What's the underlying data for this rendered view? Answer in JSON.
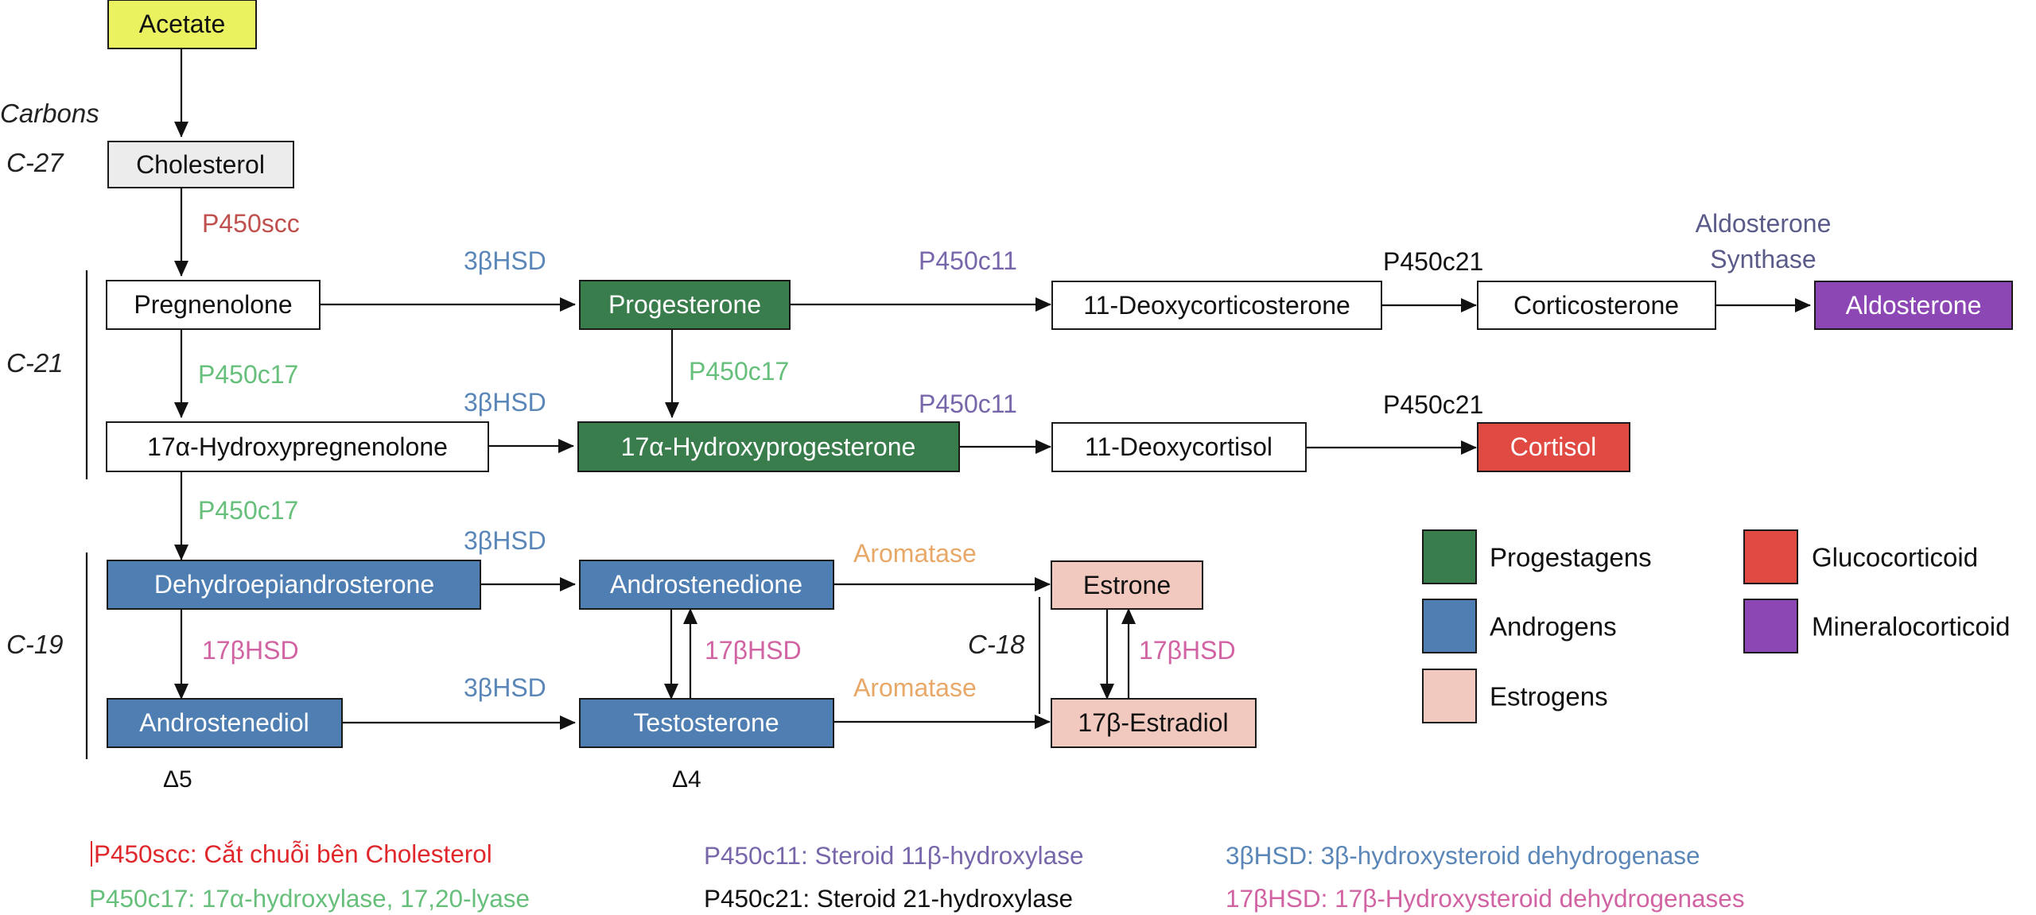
{
  "colors": {
    "progestagen": "#3a7d4c",
    "androgen": "#4f7fb2",
    "estrogen": "#f2c9bf",
    "glucocorticoid": "#e04a43",
    "mineralocorticoid": "#8c47b5",
    "acetate": "#eaf260",
    "cholesterol": "#ececec",
    "plain": "#ffffff",
    "p450scc": "#c0504d",
    "p450c17": "#66bf7a",
    "hsd3b": "#5a86b8",
    "p450c11": "#7766aa",
    "p450c21": "#111111",
    "aldosynthase": "#5b5b8a",
    "aromatase": "#e8a868",
    "hsd17b": "#d163a3",
    "footnote_scc": "#e0282c"
  },
  "carbons": {
    "title": "Carbons",
    "c27": "C-27",
    "c21": "C-21",
    "c19": "C-19",
    "c18": "C-18"
  },
  "nodes": {
    "acetate": "Acetate",
    "cholesterol": "Cholesterol",
    "pregnenolone": "Pregnenolone",
    "progesterone": "Progesterone",
    "deoxycorticosterone": "11-Deoxycorticosterone",
    "corticosterone": "Corticosterone",
    "aldosterone": "Aldosterone",
    "hydroxypregnenolone": "17α-Hydroxypregnenolone",
    "hydroxyprogesterone": "17α-Hydroxyprogesterone",
    "deoxycortisol": "11-Deoxycortisol",
    "cortisol": "Cortisol",
    "dhea": "Dehydroepiandrosterone",
    "androstenedione": "Androstenedione",
    "estrone": "Estrone",
    "androstenediol": "Androstenediol",
    "testosterone": "Testosterone",
    "estradiol": "17β-Estradiol"
  },
  "enzymes": {
    "p450scc": "P450scc",
    "hsd3b_1": "3βHSD",
    "p450c11_1": "P450c11",
    "p450c21_1": "P450c21",
    "aldo_synthase_1": "Aldosterone",
    "aldo_synthase_2": "Synthase",
    "p450c17_1": "P450c17",
    "p450c17_2": "P450c17",
    "hsd3b_2": "3βHSD",
    "p450c11_2": "P450c11",
    "p450c21_2": "P450c21",
    "p450c17_3": "P450c17",
    "hsd3b_3": "3βHSD",
    "aromatase_1": "Aromatase",
    "hsd17b_1": "17βHSD",
    "hsd17b_2": "17βHSD",
    "hsd3b_4": "3βHSD",
    "aromatase_2": "Aromatase",
    "hsd17b_3": "17βHSD"
  },
  "deltas": {
    "d5": "Δ5",
    "d4": "Δ4"
  },
  "legend": {
    "progestagens": "Progestagens",
    "androgens": "Androgens",
    "estrogens": "Estrogens",
    "glucocorticoid": "Glucocorticoid",
    "mineralocorticoid": "Mineralocorticoid"
  },
  "footnotes": {
    "p450scc": "P450scc: Cắt chuỗi bên Cholesterol",
    "p450c17": "P450c17: 17α-hydroxylase, 17,20-lyase",
    "p450c11": "P450c11: Steroid 11β-hydroxylase",
    "p450c21": "P450c21: Steroid 21-hydroxylase",
    "hsd3b": "3βHSD: 3β-hydroxysteroid dehydrogenase",
    "hsd17b": "17βHSD: 17β-Hydroxysteroid dehydrogenases"
  }
}
